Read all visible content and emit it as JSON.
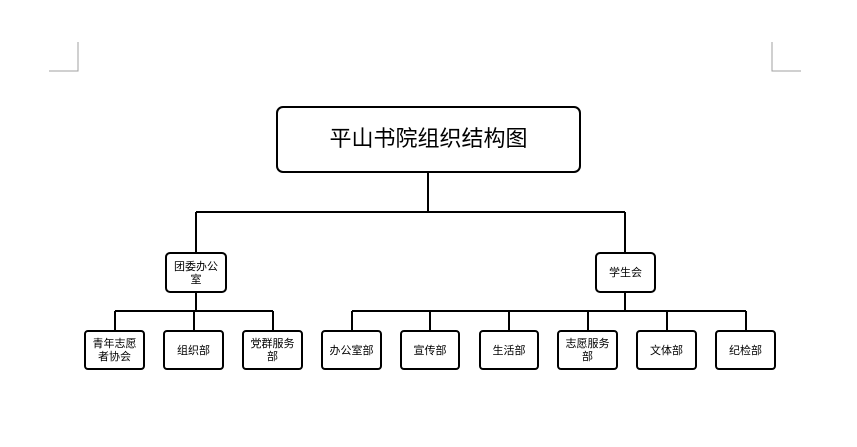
{
  "org_chart": {
    "root": {
      "label": "平山书院组织结构图"
    },
    "branches": [
      {
        "label": "团委办公室",
        "children": [
          "青年志愿者协会",
          "组织部",
          "党群服务部"
        ]
      },
      {
        "label": "学生会",
        "children": [
          "办公室部",
          "宣传部",
          "生活部",
          "志愿服务部",
          "文体部",
          "纪检部"
        ]
      }
    ]
  },
  "colors": {
    "line": "#000000",
    "box_border": "#000000",
    "margin_marks": "#a0a0a0"
  }
}
